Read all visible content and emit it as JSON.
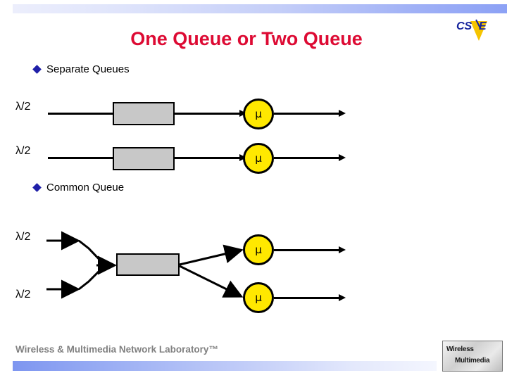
{
  "slide": {
    "title": "One Queue or Two Queue",
    "title_color": "#dd0a33",
    "background": "#ffffff"
  },
  "header": {
    "logo": {
      "name": "csie-logo",
      "text_left": "CS",
      "text_right": "E",
      "text_color": "#15239c",
      "accent_color": "#f5c400"
    },
    "gradient_from": "#eceefc",
    "gradient_to": "#8ca1f5"
  },
  "sections": [
    {
      "id": "separate",
      "bullet_label": "Separate Queues",
      "bullet_color": "#1f1fa8",
      "rows": [
        {
          "arrival_label": "λ/2",
          "server_label": "μ"
        },
        {
          "arrival_label": "λ/2",
          "server_label": "μ"
        }
      ]
    },
    {
      "id": "common",
      "bullet_label": "Common Queue",
      "bullet_color": "#1f1fa8",
      "arrivals": [
        {
          "arrival_label": "λ/2"
        },
        {
          "arrival_label": "λ/2"
        }
      ],
      "servers": [
        {
          "server_label": "μ"
        },
        {
          "server_label": "μ"
        }
      ]
    }
  ],
  "diagram": {
    "queue_fill": "#c8c8c8",
    "queue_stroke": "#000000",
    "server_fill": "#ffe800",
    "server_stroke": "#000000",
    "line_color": "#000000"
  },
  "footer": {
    "text": "Wireless & Multimedia Network Laboratory™",
    "text_color": "#808080",
    "gradient_from": "#7e96f0",
    "gradient_to": "#f4f6fe",
    "logo_line1": "Wireless",
    "logo_line2": "Multimedia"
  }
}
